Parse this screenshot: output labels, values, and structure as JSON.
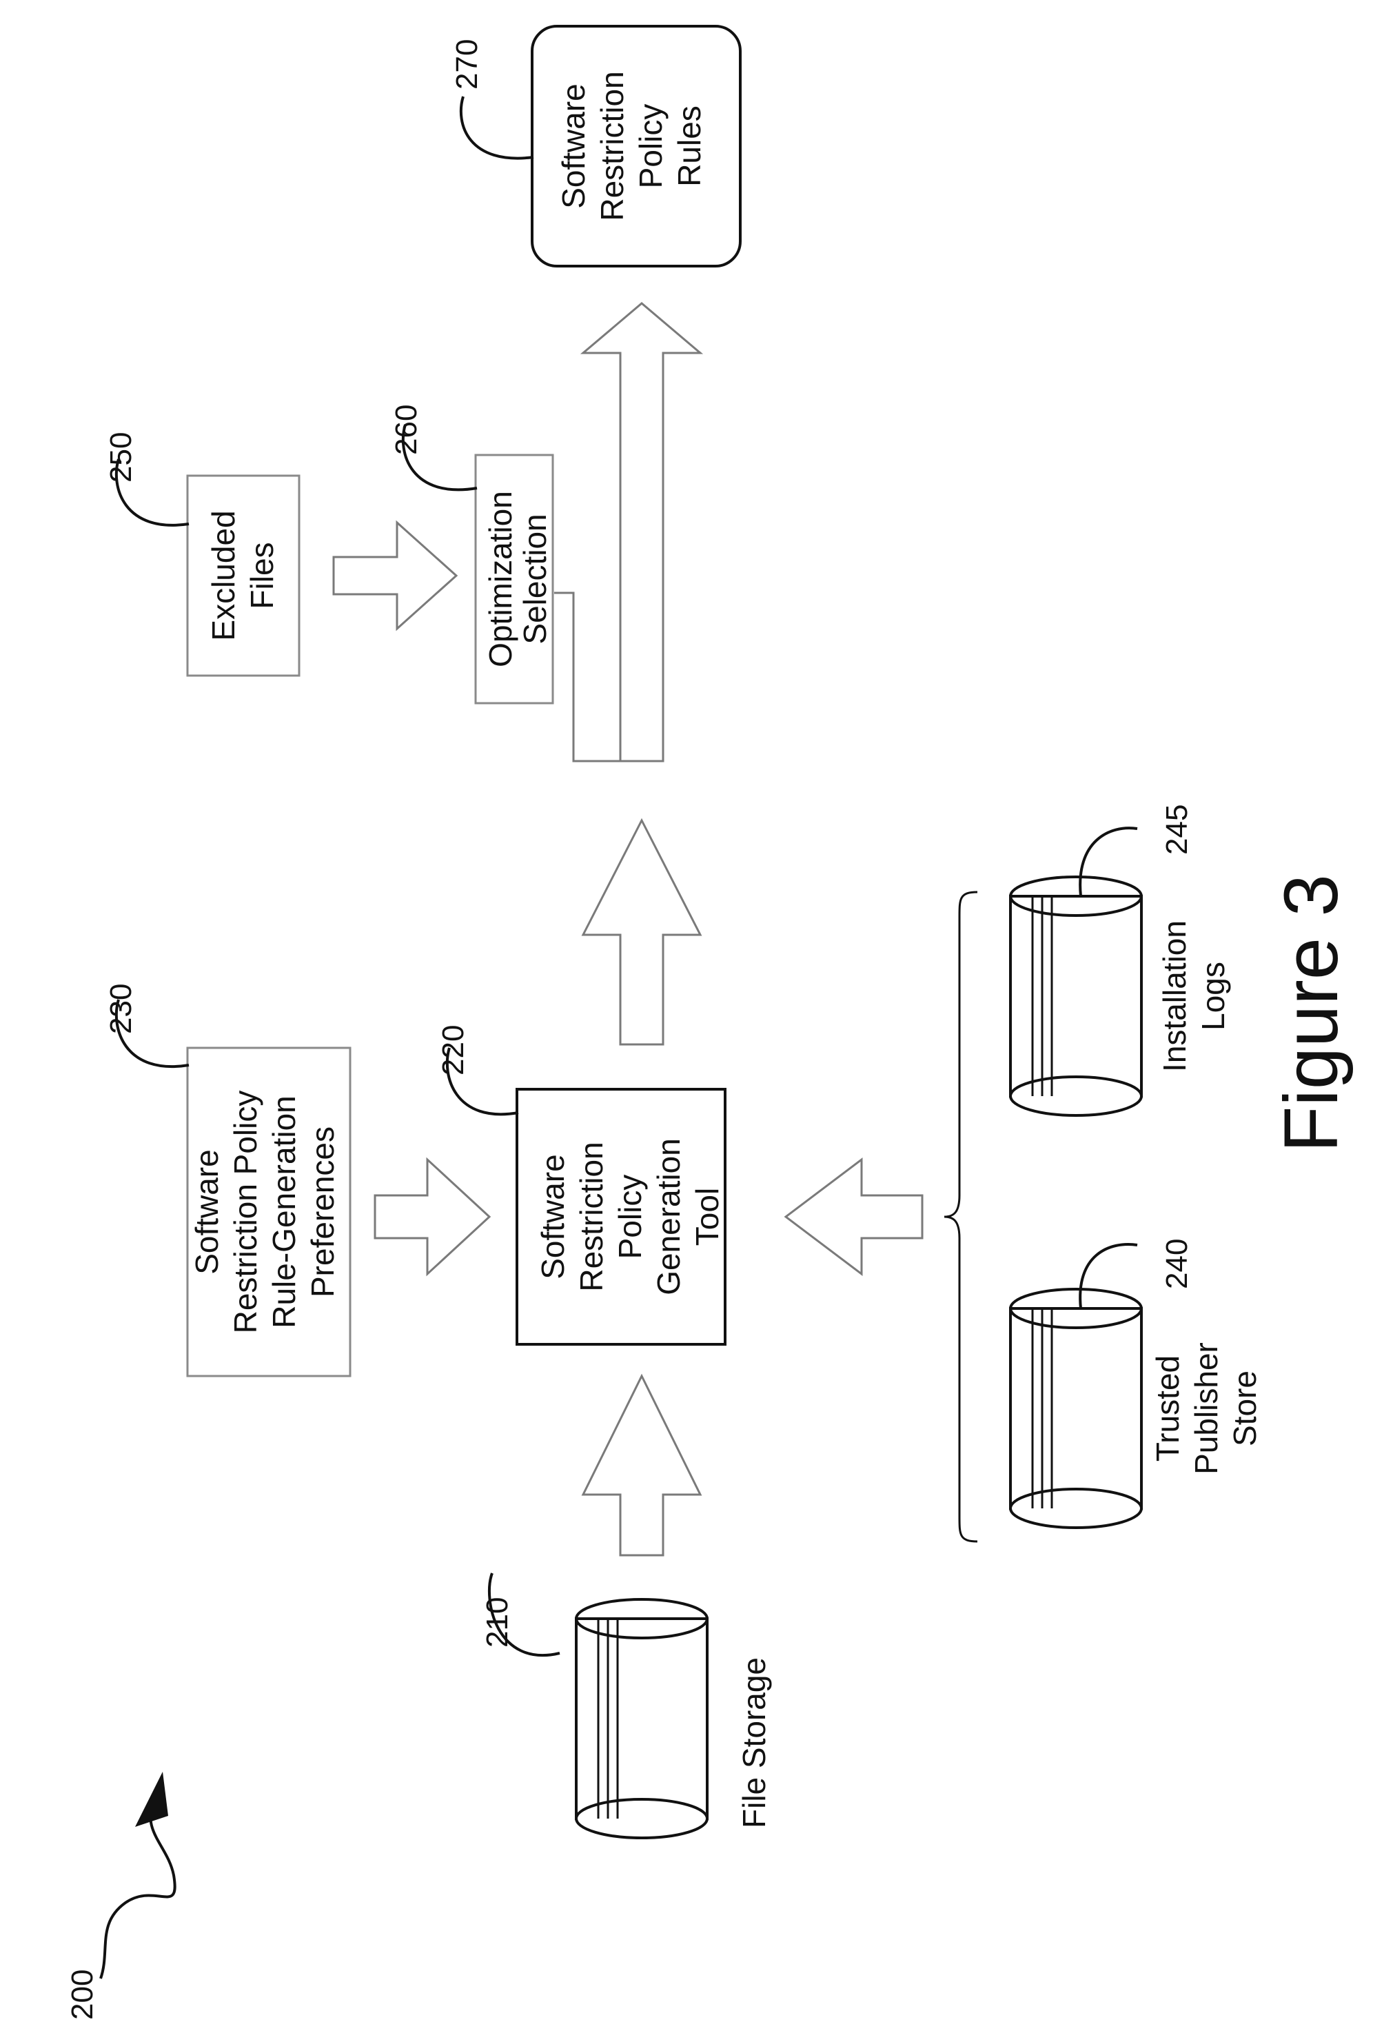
{
  "figure_number": "200",
  "caption": "Figure 3",
  "file_storage": {
    "label": "File Storage",
    "number": "210"
  },
  "generation_tool": {
    "lines": [
      "Software",
      "Restriction",
      "Policy",
      "Generation",
      "Tool"
    ],
    "number": "220"
  },
  "preferences": {
    "lines": [
      "Software",
      "Restriction Policy",
      "Rule-Generation",
      "Preferences"
    ],
    "number": "230"
  },
  "trusted_publisher_store": {
    "lines": [
      "Trusted",
      "Publisher",
      "Store"
    ],
    "number": "240"
  },
  "installation_logs": {
    "lines": [
      "Installation",
      "Logs"
    ],
    "number": "245"
  },
  "excluded_files": {
    "lines": [
      "Excluded",
      "Files"
    ],
    "number": "250"
  },
  "optimization_selection": {
    "lines": [
      "Optimization",
      "Selection"
    ],
    "number": "260"
  },
  "policy_rules": {
    "lines": [
      "Software",
      "Restriction",
      "Policy",
      "Rules"
    ],
    "number": "270"
  }
}
